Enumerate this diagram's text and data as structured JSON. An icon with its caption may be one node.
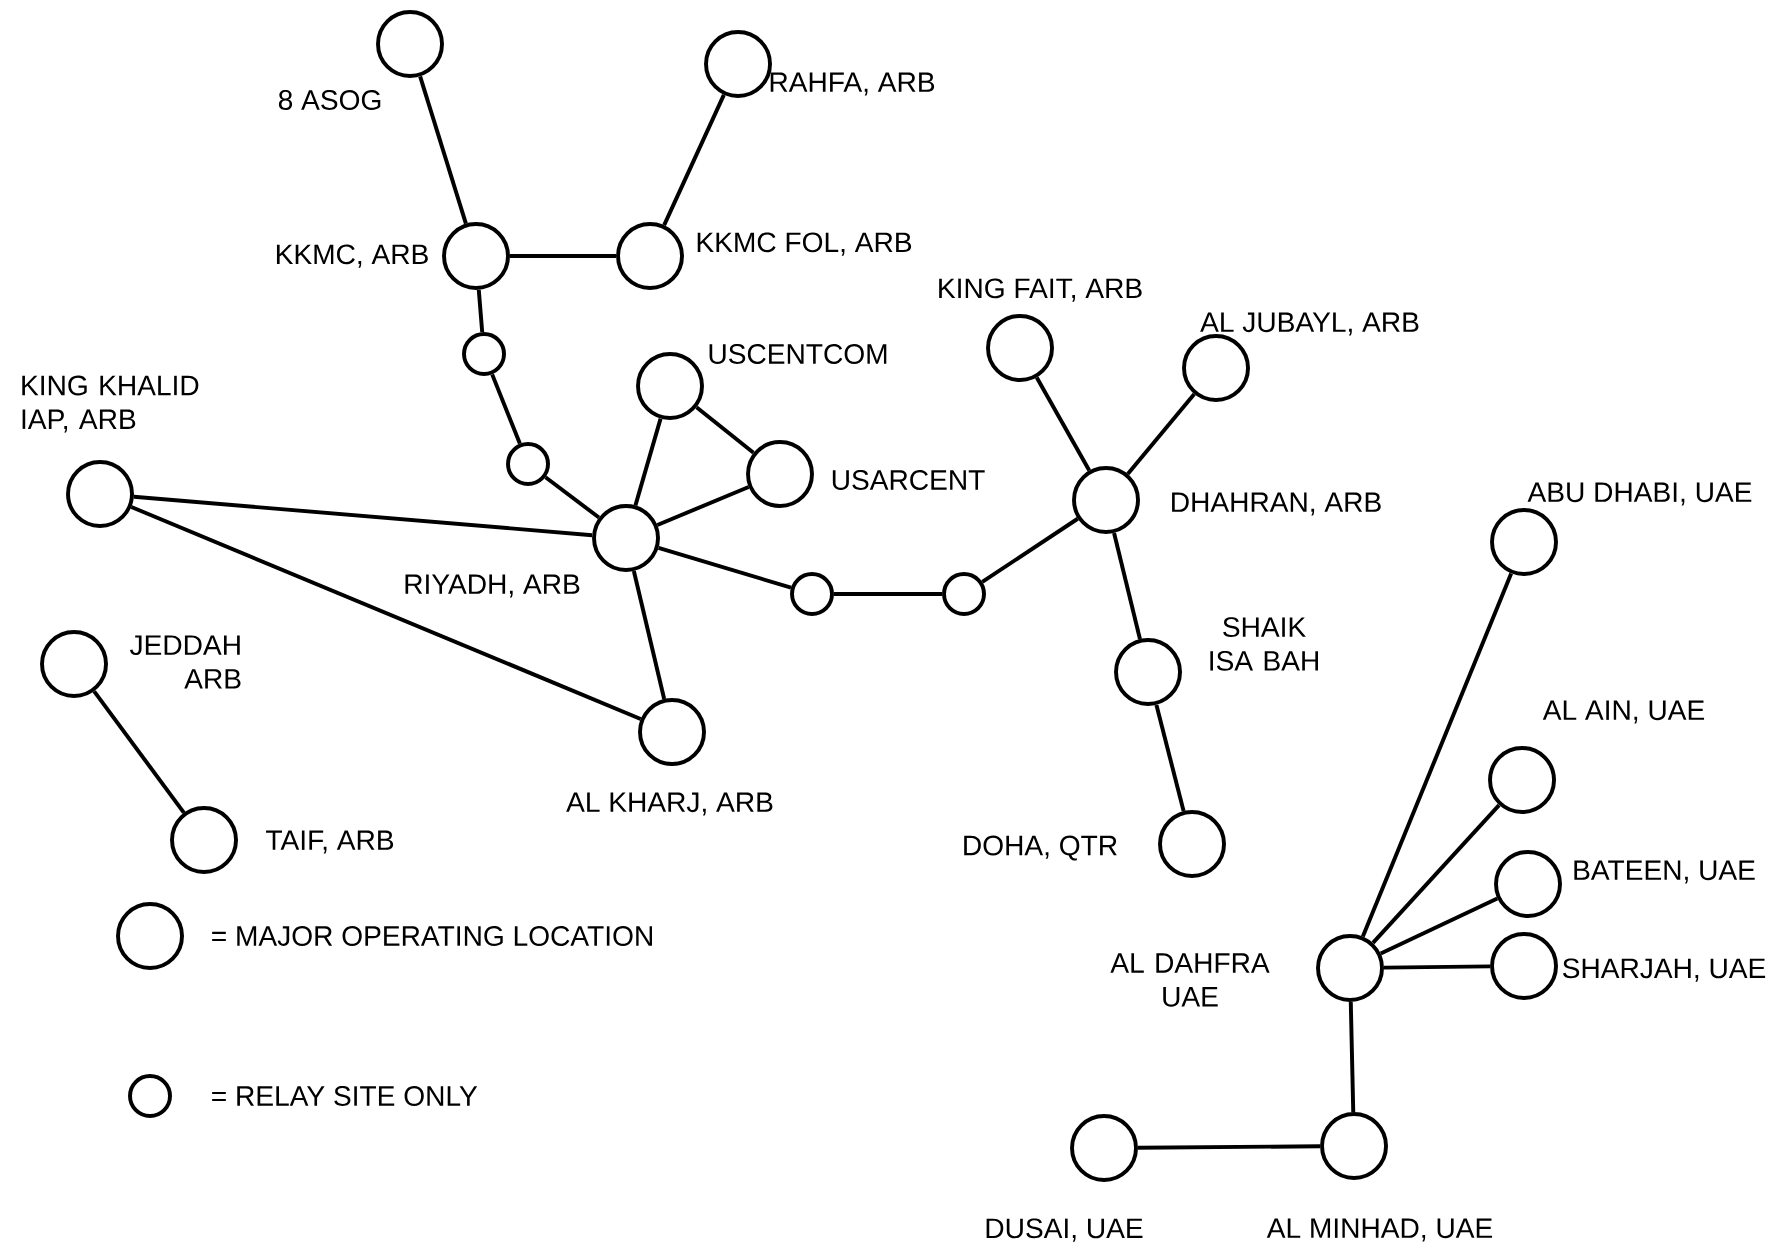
{
  "diagram": {
    "nodes": [
      {
        "text": [
          "8 ASOG"
        ]
      },
      {
        "text": [
          "RAHFA, ARB"
        ]
      },
      {
        "text": [
          "KKMC, ARB"
        ]
      },
      {
        "text": [
          "KKMC FOL, ARB"
        ]
      },
      {
        "text": [],
        "shape": "circle"
      },
      {
        "text": [],
        "shape": "circle"
      },
      {
        "text": [
          "USCENTCOM"
        ]
      },
      {
        "text": [
          "USARCENT"
        ]
      },
      {
        "text": [
          "KING KHALID IAP, ARB"
        ]
      },
      {
        "text": [
          "RIYADH, ARB"
        ]
      },
      {
        "text": [],
        "shape": "circle"
      },
      {
        "text": [],
        "shape": "circle"
      },
      {
        "text": [
          "KING FAIT, ARB"
        ]
      },
      {
        "text": [
          "AL JUBAYL, ARB"
        ]
      },
      {
        "text": [
          "DHAHRAN, ARB"
        ]
      },
      {
        "text": [
          "ABU DHABI, UAE"
        ]
      },
      {
        "text": [
          "JEDDAH ARB"
        ]
      },
      {
        "text": [
          "SHAIK ISA BAH"
        ]
      },
      {
        "text": [
          "AL KHARJ, ARB"
        ]
      },
      {
        "text": [
          "AL AIN, UAE"
        ]
      },
      {
        "text": [
          "TAIF, ARB"
        ]
      },
      {
        "text": [
          "DOHA, QTR"
        ]
      },
      {
        "text": [
          "BATEEN, UAE"
        ]
      },
      {
        "text": [
          "AL DAHFRA UAE"
        ]
      },
      {
        "text": [
          "SHARJAH, UAE"
        ]
      },
      {
        "text": [
          "DUSAI, UAE"
        ]
      },
      {
        "text": [
          "AL MINHAD, UAE"
        ]
      }
    ],
    "edges": [
      {
        "from": 0,
        "to": 2,
        "arrow": "none"
      },
      {
        "from": 1,
        "to": 3,
        "arrow": "none"
      },
      {
        "from": 2,
        "to": 3,
        "arrow": "none"
      },
      {
        "from": 2,
        "to": 4,
        "arrow": "none"
      },
      {
        "from": 4,
        "to": 5,
        "arrow": "none"
      },
      {
        "from": 5,
        "to": 9,
        "arrow": "none"
      },
      {
        "from": 9,
        "to": 6,
        "arrow": "none"
      },
      {
        "from": 6,
        "to": 7,
        "arrow": "none"
      },
      {
        "from": 9,
        "to": 7,
        "arrow": "none"
      },
      {
        "from": 8,
        "to": 9,
        "arrow": "none"
      },
      {
        "from": 8,
        "to": 18,
        "arrow": "none"
      },
      {
        "from": 9,
        "to": 18,
        "arrow": "none"
      },
      {
        "from": 9,
        "to": 10,
        "arrow": "none"
      },
      {
        "from": 10,
        "to": 11,
        "arrow": "none"
      },
      {
        "from": 11,
        "to": 14,
        "arrow": "none"
      },
      {
        "from": 12,
        "to": 14,
        "arrow": "none"
      },
      {
        "from": 13,
        "to": 14,
        "arrow": "none"
      },
      {
        "from": 14,
        "to": 17,
        "arrow": "none"
      },
      {
        "from": 17,
        "to": 21,
        "arrow": "none"
      },
      {
        "from": 16,
        "to": 20,
        "arrow": "none"
      },
      {
        "from": 23,
        "to": 15,
        "arrow": "none"
      },
      {
        "from": 23,
        "to": 19,
        "arrow": "none"
      },
      {
        "from": 23,
        "to": 22,
        "arrow": "none"
      },
      {
        "from": 23,
        "to": 24,
        "arrow": "none"
      },
      {
        "from": 23,
        "to": 26,
        "arrow": "none"
      },
      {
        "from": 25,
        "to": 26,
        "arrow": "none"
      }
    ],
    "legend": [
      {
        "text": "= MAJOR OPERATING LOCATION"
      },
      {
        "text": "= RELAY SITE ONLY"
      }
    ]
  }
}
